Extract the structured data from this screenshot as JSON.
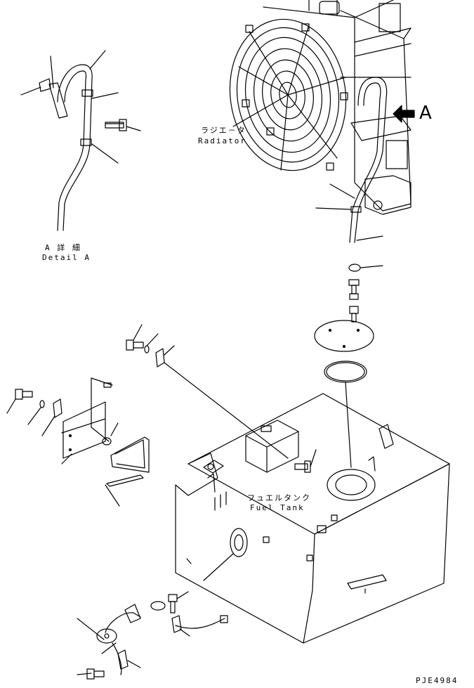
{
  "labels": {
    "detail_a_jp": "A 詳 細",
    "detail_a_en": "Detail A",
    "radiator_jp": "ラジエ－タ",
    "radiator_en": "Radiator",
    "view_arrow": "A",
    "fuel_tank_jp": "フュエルタンク",
    "fuel_tank_en": "Fuel Tank",
    "drawing_no": "PJE4984"
  }
}
